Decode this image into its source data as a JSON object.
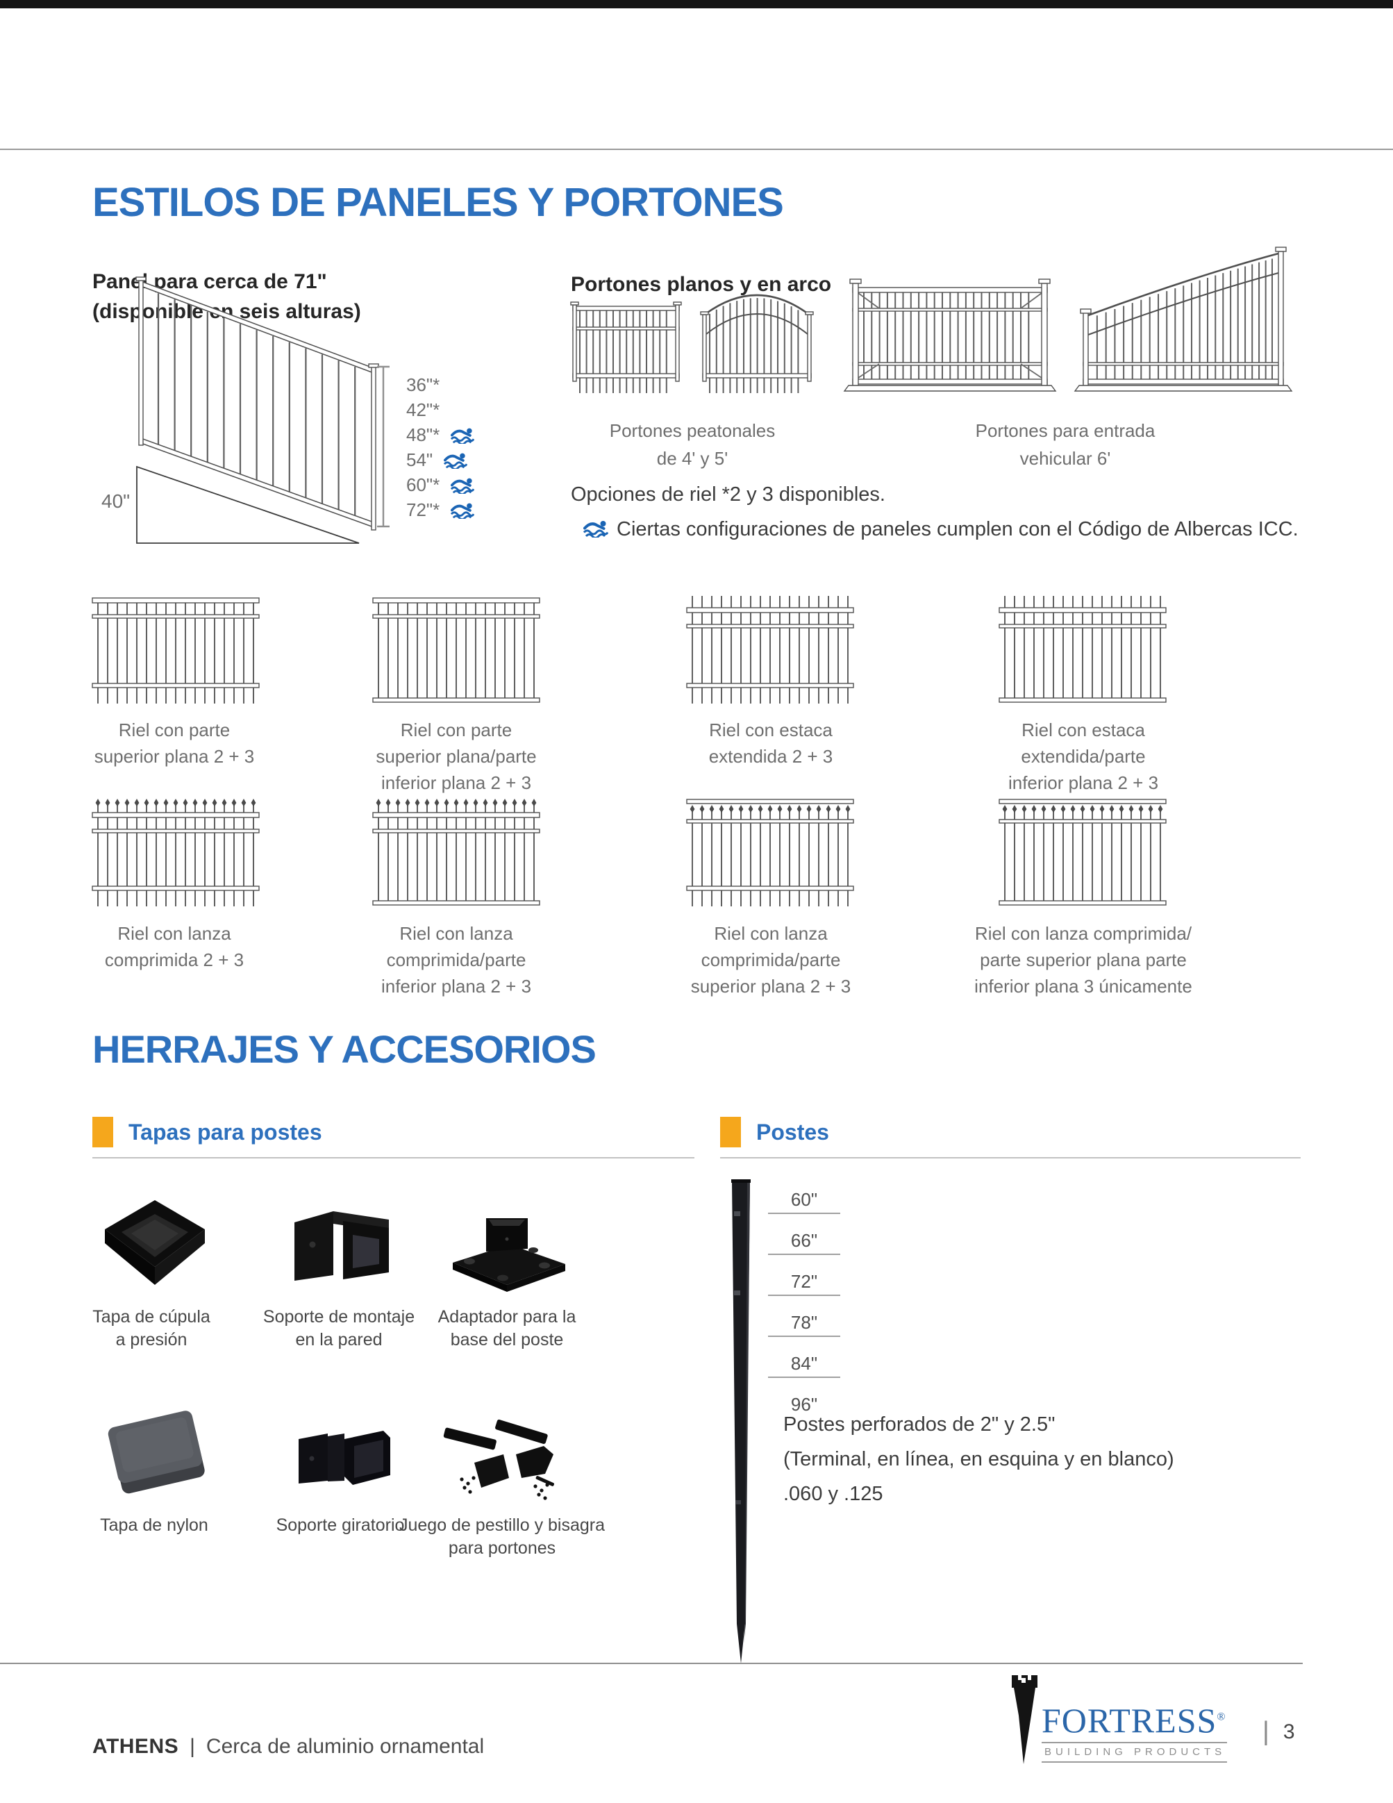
{
  "colors": {
    "accent_blue": "#2d70bd",
    "swim_blue": "#1a64b4",
    "bullet_orange": "#f5a71c",
    "logo_blue": "#2b66a9"
  },
  "header": {
    "title": "ESTILOS DE PANELES Y PORTONES"
  },
  "fence_section": {
    "panel_label_line1": "Panel para cerca de 71\"",
    "panel_label_line2": "(disponible en seis alturas)",
    "slope_label": "40\"",
    "heights": [
      {
        "label": "36\"*",
        "pool": false
      },
      {
        "label": "42\"*",
        "pool": false
      },
      {
        "label": "48\"*",
        "pool": true
      },
      {
        "label": "54\"",
        "pool": true
      },
      {
        "label": "60\"*",
        "pool": true
      },
      {
        "label": "72\"*",
        "pool": true
      }
    ],
    "gates_title": "Portones planos y en arco",
    "pedestrian_caption": [
      "Portones peatonales",
      "de 4' y 5'"
    ],
    "vehicular_caption": [
      "Portones para entrada",
      "vehicular 6'"
    ],
    "rail_note": "Opciones de riel *2 y 3 disponibles.",
    "pool_note": "Ciertas configuraciones de paneles cumplen con el Código de Albercas ICC."
  },
  "panel_styles": [
    {
      "caption": [
        "Riel con parte",
        "superior plana 2 + 3"
      ],
      "top": "flat",
      "bottom": "ext"
    },
    {
      "caption": [
        "Riel con parte",
        "superior plana/parte",
        "inferior plana 2 + 3"
      ],
      "top": "flat",
      "bottom": "flat"
    },
    {
      "caption": [
        "Riel con estaca",
        "extendida 2 + 3"
      ],
      "top": "ext",
      "bottom": "ext"
    },
    {
      "caption": [
        "Riel con estaca",
        "extendida/parte",
        "inferior plana 2 + 3"
      ],
      "top": "ext",
      "bottom": "flat"
    },
    {
      "caption": [
        "Riel con lanza",
        "comprimida 2 + 3"
      ],
      "top": "spear",
      "bottom": "ext"
    },
    {
      "caption": [
        "Riel con lanza",
        "comprimida/parte",
        "inferior plana 2 + 3"
      ],
      "top": "spear",
      "bottom": "flat"
    },
    {
      "caption": [
        "Riel con lanza",
        "comprimida/parte",
        "superior plana 2 + 3"
      ],
      "top": "flatspear",
      "bottom": "ext"
    },
    {
      "caption": [
        "Riel con lanza comprimida/",
        "parte superior plana parte",
        "inferior plana 3 únicamente"
      ],
      "top": "flatspear",
      "bottom": "flat"
    }
  ],
  "hardware": {
    "title": "HERRAJES Y ACCESORIOS",
    "caps_section": {
      "title": "Tapas para postes",
      "items": [
        {
          "caption": [
            "Tapa de cúpula",
            "a presión"
          ],
          "icon": "dome-cap"
        },
        {
          "caption": [
            "Soporte de montaje",
            "en la pared"
          ],
          "icon": "wall-mount-bracket"
        },
        {
          "caption": [
            "Adaptador para la",
            "base del poste"
          ],
          "icon": "post-base-adapter"
        },
        {
          "caption": [
            "Tapa de nylon"
          ],
          "icon": "nylon-cap"
        },
        {
          "caption": [
            "Soporte giratorio"
          ],
          "icon": "swivel-bracket"
        },
        {
          "caption": [
            "Juego de pestillo y bisagra",
            "para portones"
          ],
          "icon": "gate-latch-hinge-kit"
        }
      ]
    },
    "posts_section": {
      "title": "Postes",
      "heights": [
        "60\"",
        "66\"",
        "72\"",
        "78\"",
        "84\"",
        "96\""
      ],
      "note_lines": [
        "Postes perforados de 2\" y 2.5\"",
        "(Terminal, en línea, en esquina y en blanco)",
        ".060 y .125"
      ]
    }
  },
  "footer": {
    "series": "ATHENS",
    "separator": "|",
    "product_line": "Cerca de aluminio ornamental",
    "page_number": "3",
    "logo": {
      "name": "FORTRESS",
      "registered": "®",
      "tagline": "BUILDING PRODUCTS"
    }
  }
}
